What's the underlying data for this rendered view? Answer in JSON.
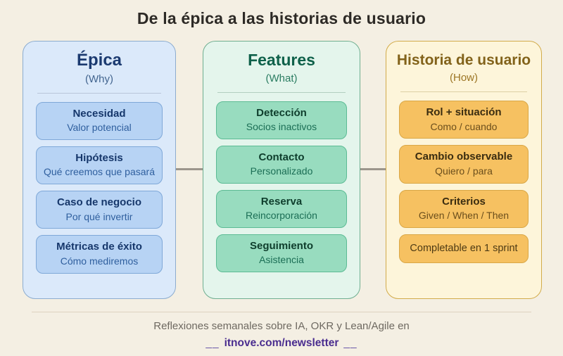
{
  "title": "De la épica a las historias de usuario",
  "columns": [
    {
      "id": "epica",
      "title": "Épica",
      "subtitle": "(Why)",
      "accent_color": "#1b3a70",
      "panel_bg": "#dbe9fa",
      "panel_border": "#8caccf",
      "card_bg": "#b7d3f4",
      "cards": [
        {
          "title": "Necesidad",
          "subtitle": "Valor potencial"
        },
        {
          "title": "Hipótesis",
          "subtitle": "Qué creemos que pasará"
        },
        {
          "title": "Caso de negocio",
          "subtitle": "Por qué invertir"
        },
        {
          "title": "Métricas de éxito",
          "subtitle": "Cómo mediremos"
        }
      ]
    },
    {
      "id": "features",
      "title": "Features",
      "subtitle": "(What)",
      "accent_color": "#0f614a",
      "panel_bg": "#e4f5ec",
      "panel_border": "#6fae90",
      "card_bg": "#98dcbf",
      "cards": [
        {
          "title": "Detección",
          "subtitle": "Socios inactivos"
        },
        {
          "title": "Contacto",
          "subtitle": "Personalizado"
        },
        {
          "title": "Reserva",
          "subtitle": "Reincorporación"
        },
        {
          "title": "Seguimiento",
          "subtitle": "Asistencia"
        }
      ]
    },
    {
      "id": "historia",
      "title": "Historia de usuario",
      "subtitle": "(How)",
      "accent_color": "#82621a",
      "panel_bg": "#fdf5da",
      "panel_border": "#d2ab4a",
      "card_bg": "#f6c161",
      "cards": [
        {
          "title": "Rol + situación",
          "subtitle": "Como / cuando"
        },
        {
          "title": "Cambio observable",
          "subtitle": "Quiero / para"
        },
        {
          "title": "Criterios",
          "subtitle": "Given / When / Then"
        },
        {
          "title": "",
          "subtitle": "Completable en 1 sprint"
        }
      ]
    }
  ],
  "footer": {
    "tagline": "Reflexiones semanales sobre IA, OKR y Lean/Agile en",
    "link_prefix": "__",
    "link_text": "itnove.com/newsletter",
    "link_suffix": "__"
  },
  "colors": {
    "background": "#f4efe3",
    "title_text": "#2d2a26",
    "connector": "#9c968c",
    "footer_text": "#6e6961",
    "link_purple": "#4a2d8f"
  }
}
